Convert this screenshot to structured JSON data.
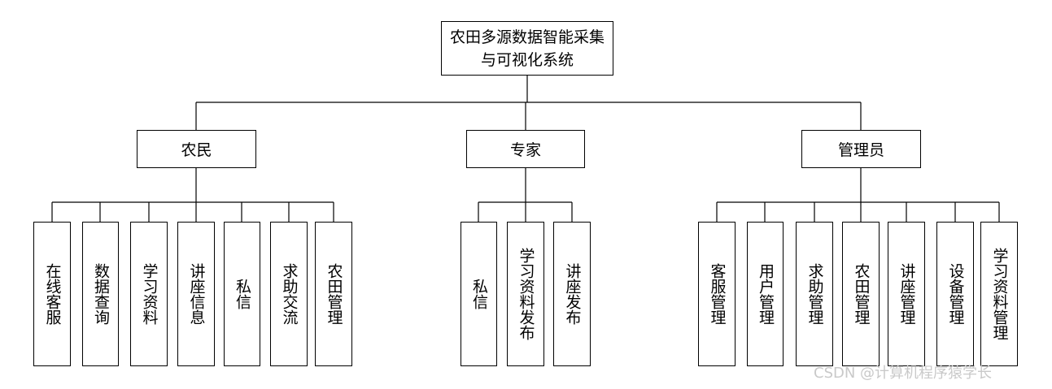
{
  "diagram": {
    "root": "农田多源数据智能采集与可视化系统",
    "roles": [
      {
        "label": "农民",
        "functions": [
          "在线客服",
          "数据查询",
          "学习资料",
          "讲座信息",
          "私信",
          "求助交流",
          "农田管理"
        ]
      },
      {
        "label": "专家",
        "functions": [
          "私信",
          "学习资料发布",
          "讲座发布"
        ]
      },
      {
        "label": "管理员",
        "functions": [
          "客服管理",
          "用户管理",
          "求助管理",
          "农田管理",
          "讲座管理",
          "设备管理",
          "学习资料管理"
        ]
      }
    ]
  },
  "watermark": "CSDN @计算机程序猿学长"
}
